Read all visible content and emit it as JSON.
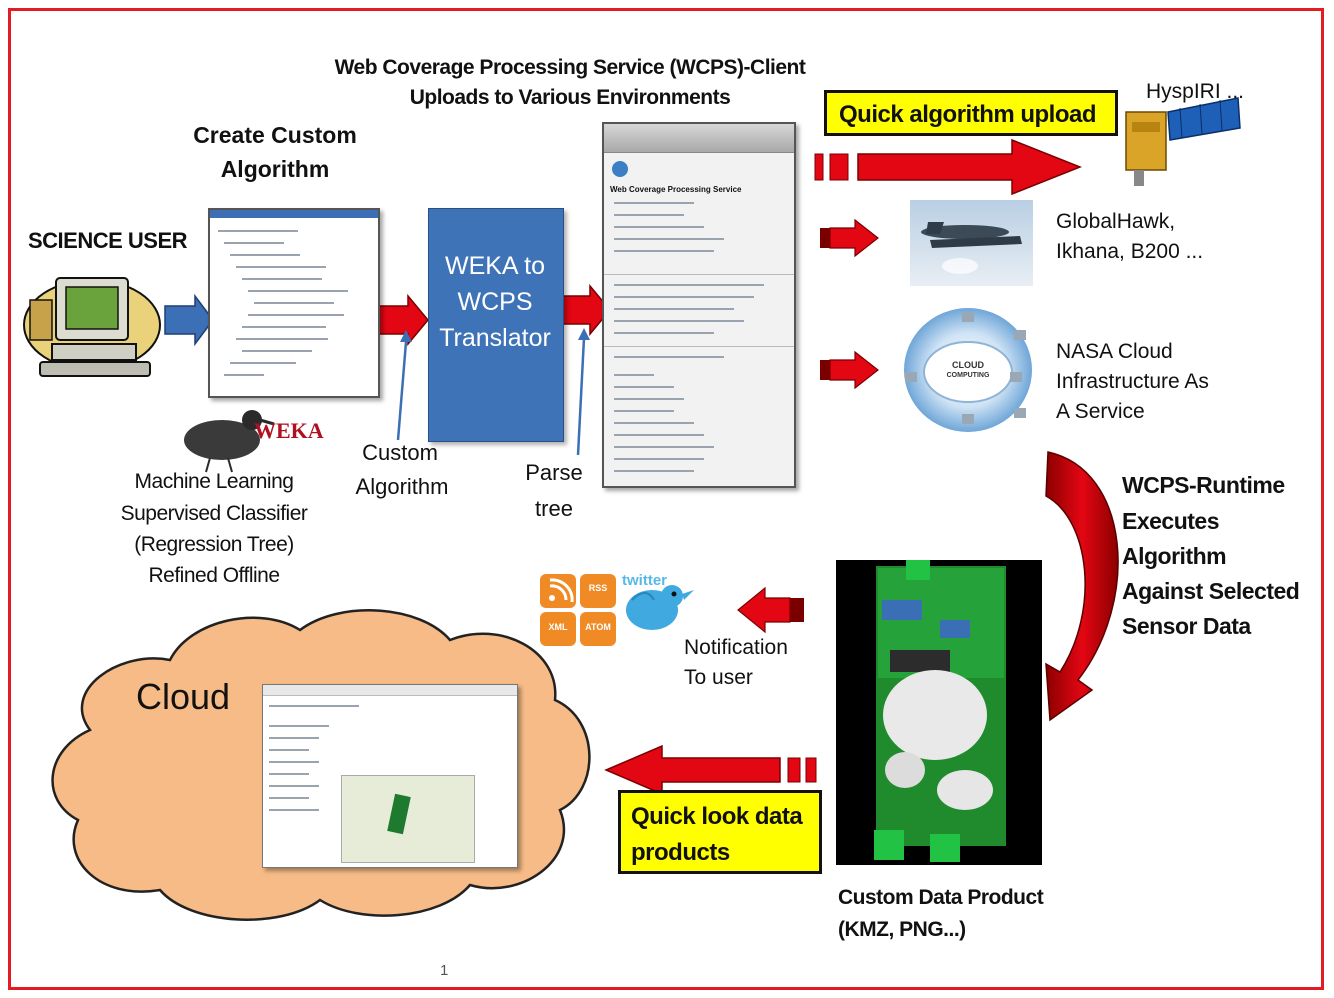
{
  "texts": {
    "wcps_client": "Web Coverage Processing Service (WCPS)-Client",
    "uploads": "Uploads to Various Environments",
    "create_custom": "Create Custom",
    "algorithm": "Algorithm",
    "science_user": "SCIENCE USER",
    "weka_translator_1": "WEKA to",
    "weka_translator_2": "WCPS",
    "weka_translator_3": "Translator",
    "custom_alg_1": "Custom",
    "custom_alg_2": "Algorithm",
    "parse_1": "Parse",
    "parse_2": "tree",
    "ml_1": "Machine Learning",
    "ml_2": "Supervised Classifier",
    "ml_3": "(Regression Tree)",
    "ml_4": "Refined Offline",
    "weka_logo": "WEKA",
    "quick_upload": "Quick algorithm upload",
    "hyspiri": "HyspIRI ...",
    "globalhawk_1": "GlobalHawk,",
    "globalhawk_2": "Ikhana, B200 ...",
    "nasa_1": "NASA Cloud",
    "nasa_2": "Infrastructure As",
    "nasa_3": "A Service",
    "cloud_computing_1": "CLOUD",
    "cloud_computing_2": "COMPUTING",
    "runtime_1": "WCPS-Runtime",
    "runtime_2": "Executes",
    "runtime_3": "Algorithm",
    "runtime_4": "Against Selected",
    "runtime_5": "Sensor Data",
    "notif_1": "Notification",
    "notif_2": "To user",
    "cloud": "Cloud",
    "quick_look_1": "Quick look data",
    "quick_look_2": "products",
    "product_1": "Custom Data Product",
    "product_2": "(KMZ, PNG...)",
    "page_num": "1",
    "wcps_panel_title": "Web Coverage Processing Service",
    "rss": "RSS",
    "xml": "XML",
    "atom": "ATOM",
    "twitter": "twitter"
  },
  "colors": {
    "frame": "#e31b23",
    "arrow_red": "#e30613",
    "arrow_blue": "#3b6fb6",
    "translator_blue": "#3f73b8",
    "highlight_yellow": "#ffff00",
    "cloud_fill": "#f6bb86"
  },
  "icons": {
    "computer": "computer-icon",
    "bird": "weka-bird-icon",
    "satellite": "satellite-icon",
    "aircraft": "aircraft-photo",
    "cloud_service": "cloud-computing-icon",
    "feeds": "feed-icons",
    "twitter_bird": "twitter-bird-icon"
  }
}
